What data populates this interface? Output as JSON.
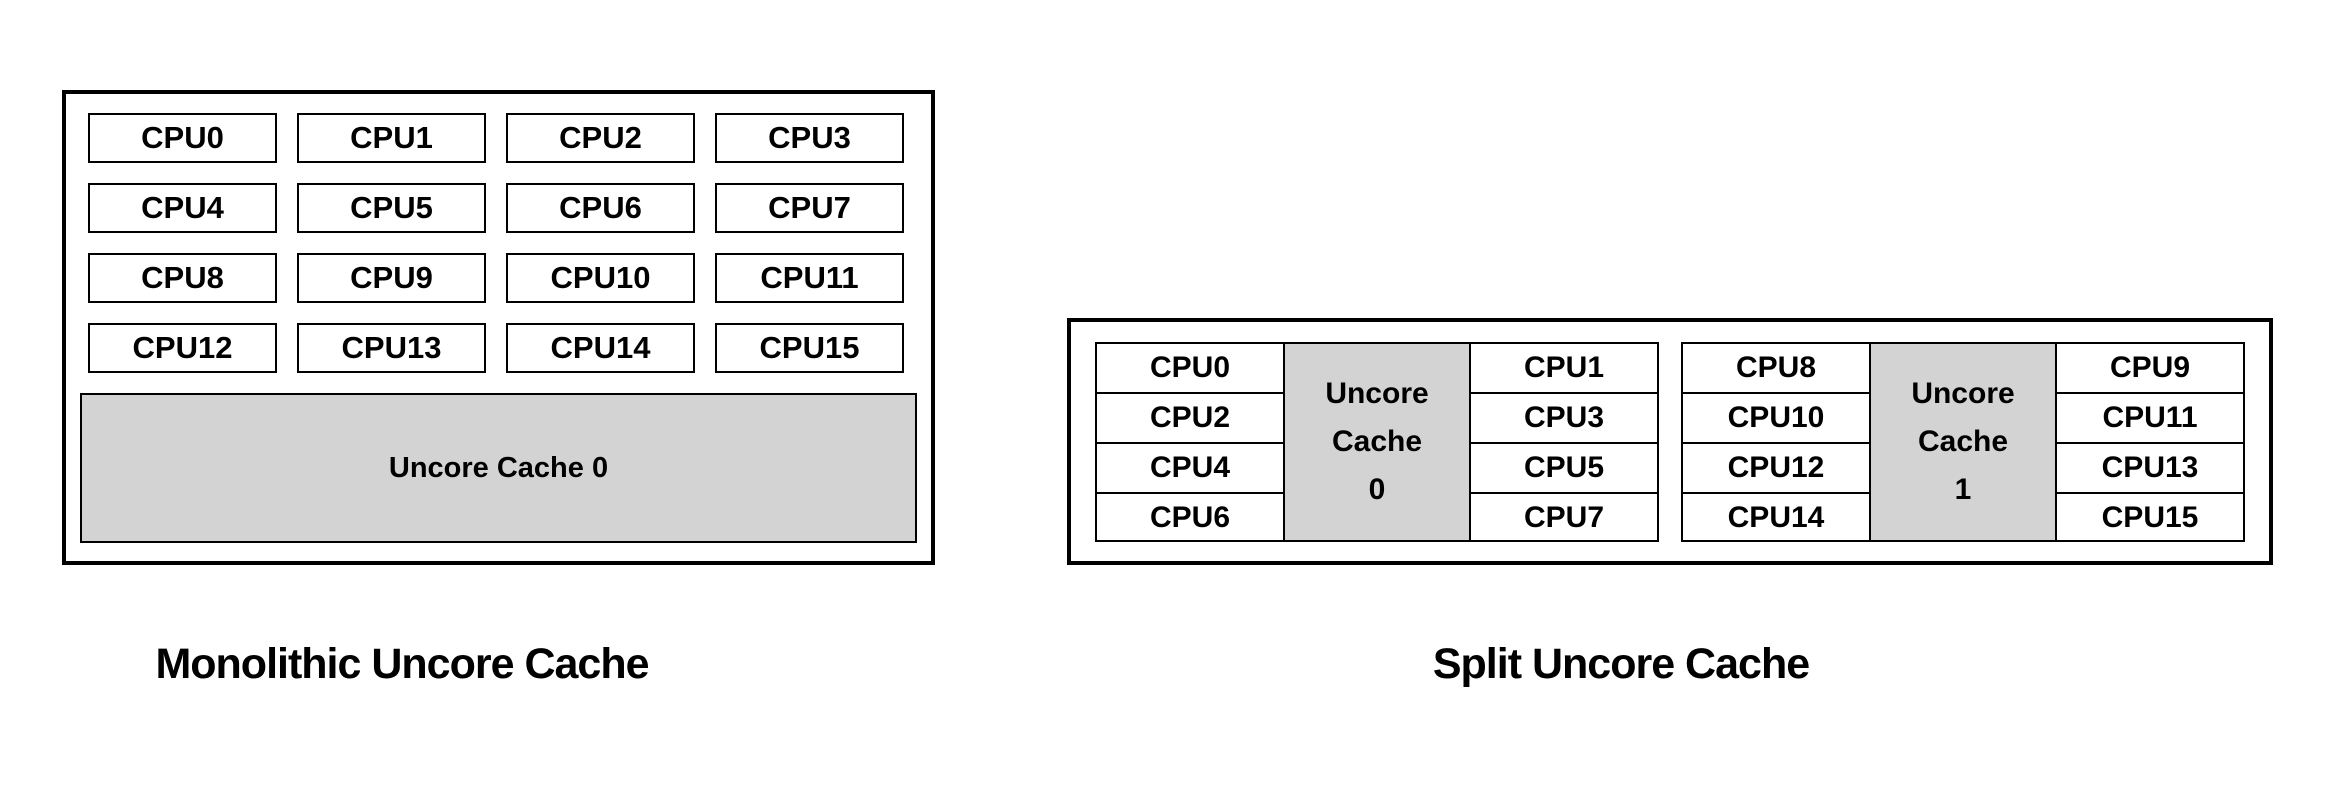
{
  "colors": {
    "background": "#ffffff",
    "border": "#000000",
    "cache_fill": "#d3d3d3",
    "text": "#000000"
  },
  "diagrams": {
    "monolithic": {
      "caption": "Monolithic Uncore Cache",
      "cpus": [
        "CPU0",
        "CPU1",
        "CPU2",
        "CPU3",
        "CPU4",
        "CPU5",
        "CPU6",
        "CPU7",
        "CPU8",
        "CPU9",
        "CPU10",
        "CPU11",
        "CPU12",
        "CPU13",
        "CPU14",
        "CPU15"
      ],
      "cache_label": "Uncore Cache 0"
    },
    "split": {
      "caption": "Split Uncore Cache",
      "groups": [
        {
          "left_cpus": [
            "CPU0",
            "CPU2",
            "CPU4",
            "CPU6"
          ],
          "cache_lines": [
            "Uncore",
            "Cache",
            "0"
          ],
          "right_cpus": [
            "CPU1",
            "CPU3",
            "CPU5",
            "CPU7"
          ]
        },
        {
          "left_cpus": [
            "CPU8",
            "CPU10",
            "CPU12",
            "CPU14"
          ],
          "cache_lines": [
            "Uncore",
            "Cache",
            "1"
          ],
          "right_cpus": [
            "CPU9",
            "CPU11",
            "CPU13",
            "CPU15"
          ]
        }
      ]
    }
  }
}
